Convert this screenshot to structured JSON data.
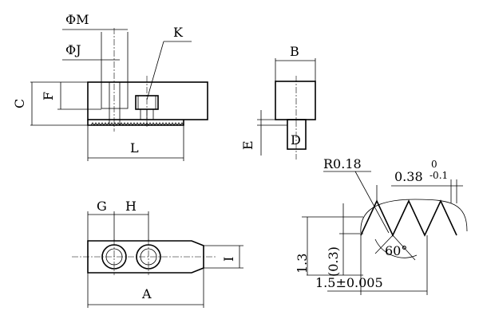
{
  "labels": {
    "phi_m": "ΦM",
    "phi_j": "ΦJ",
    "k": "K",
    "c": "C",
    "f": "F",
    "l": "L",
    "b": "B",
    "e": "E",
    "d": "D",
    "g": "G",
    "h": "H",
    "i": "I",
    "a": "A",
    "r018": "R0.18",
    "pitch": "0.38",
    "pitch_tol_upper": "0",
    "pitch_tol_lower": "-0.1",
    "angle": "60°",
    "h13": "1.3",
    "h03": "(0.3)",
    "w15": "1.5±0.005"
  }
}
